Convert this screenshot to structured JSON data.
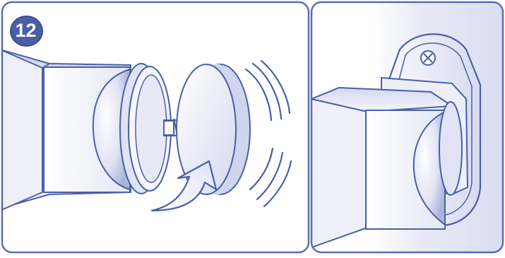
{
  "step": {
    "number": "12"
  },
  "palette": {
    "outline": "#4a5fa8",
    "panel_border": "#5a6db0",
    "metal_light": "#f2f4fb",
    "metal_shade": "#b9c1e3",
    "wall": "#e6e9f4",
    "badge": "#4a5fa8"
  },
  "panels": [
    {
      "name": "left-panel",
      "content": "rod-end-and-cap-being-screwed"
    },
    {
      "name": "right-panel",
      "content": "rod-end-in-wall-bracket"
    }
  ],
  "icons": [
    "rotation-arrow-icon",
    "vibration-lines-icon",
    "screw-icon"
  ]
}
